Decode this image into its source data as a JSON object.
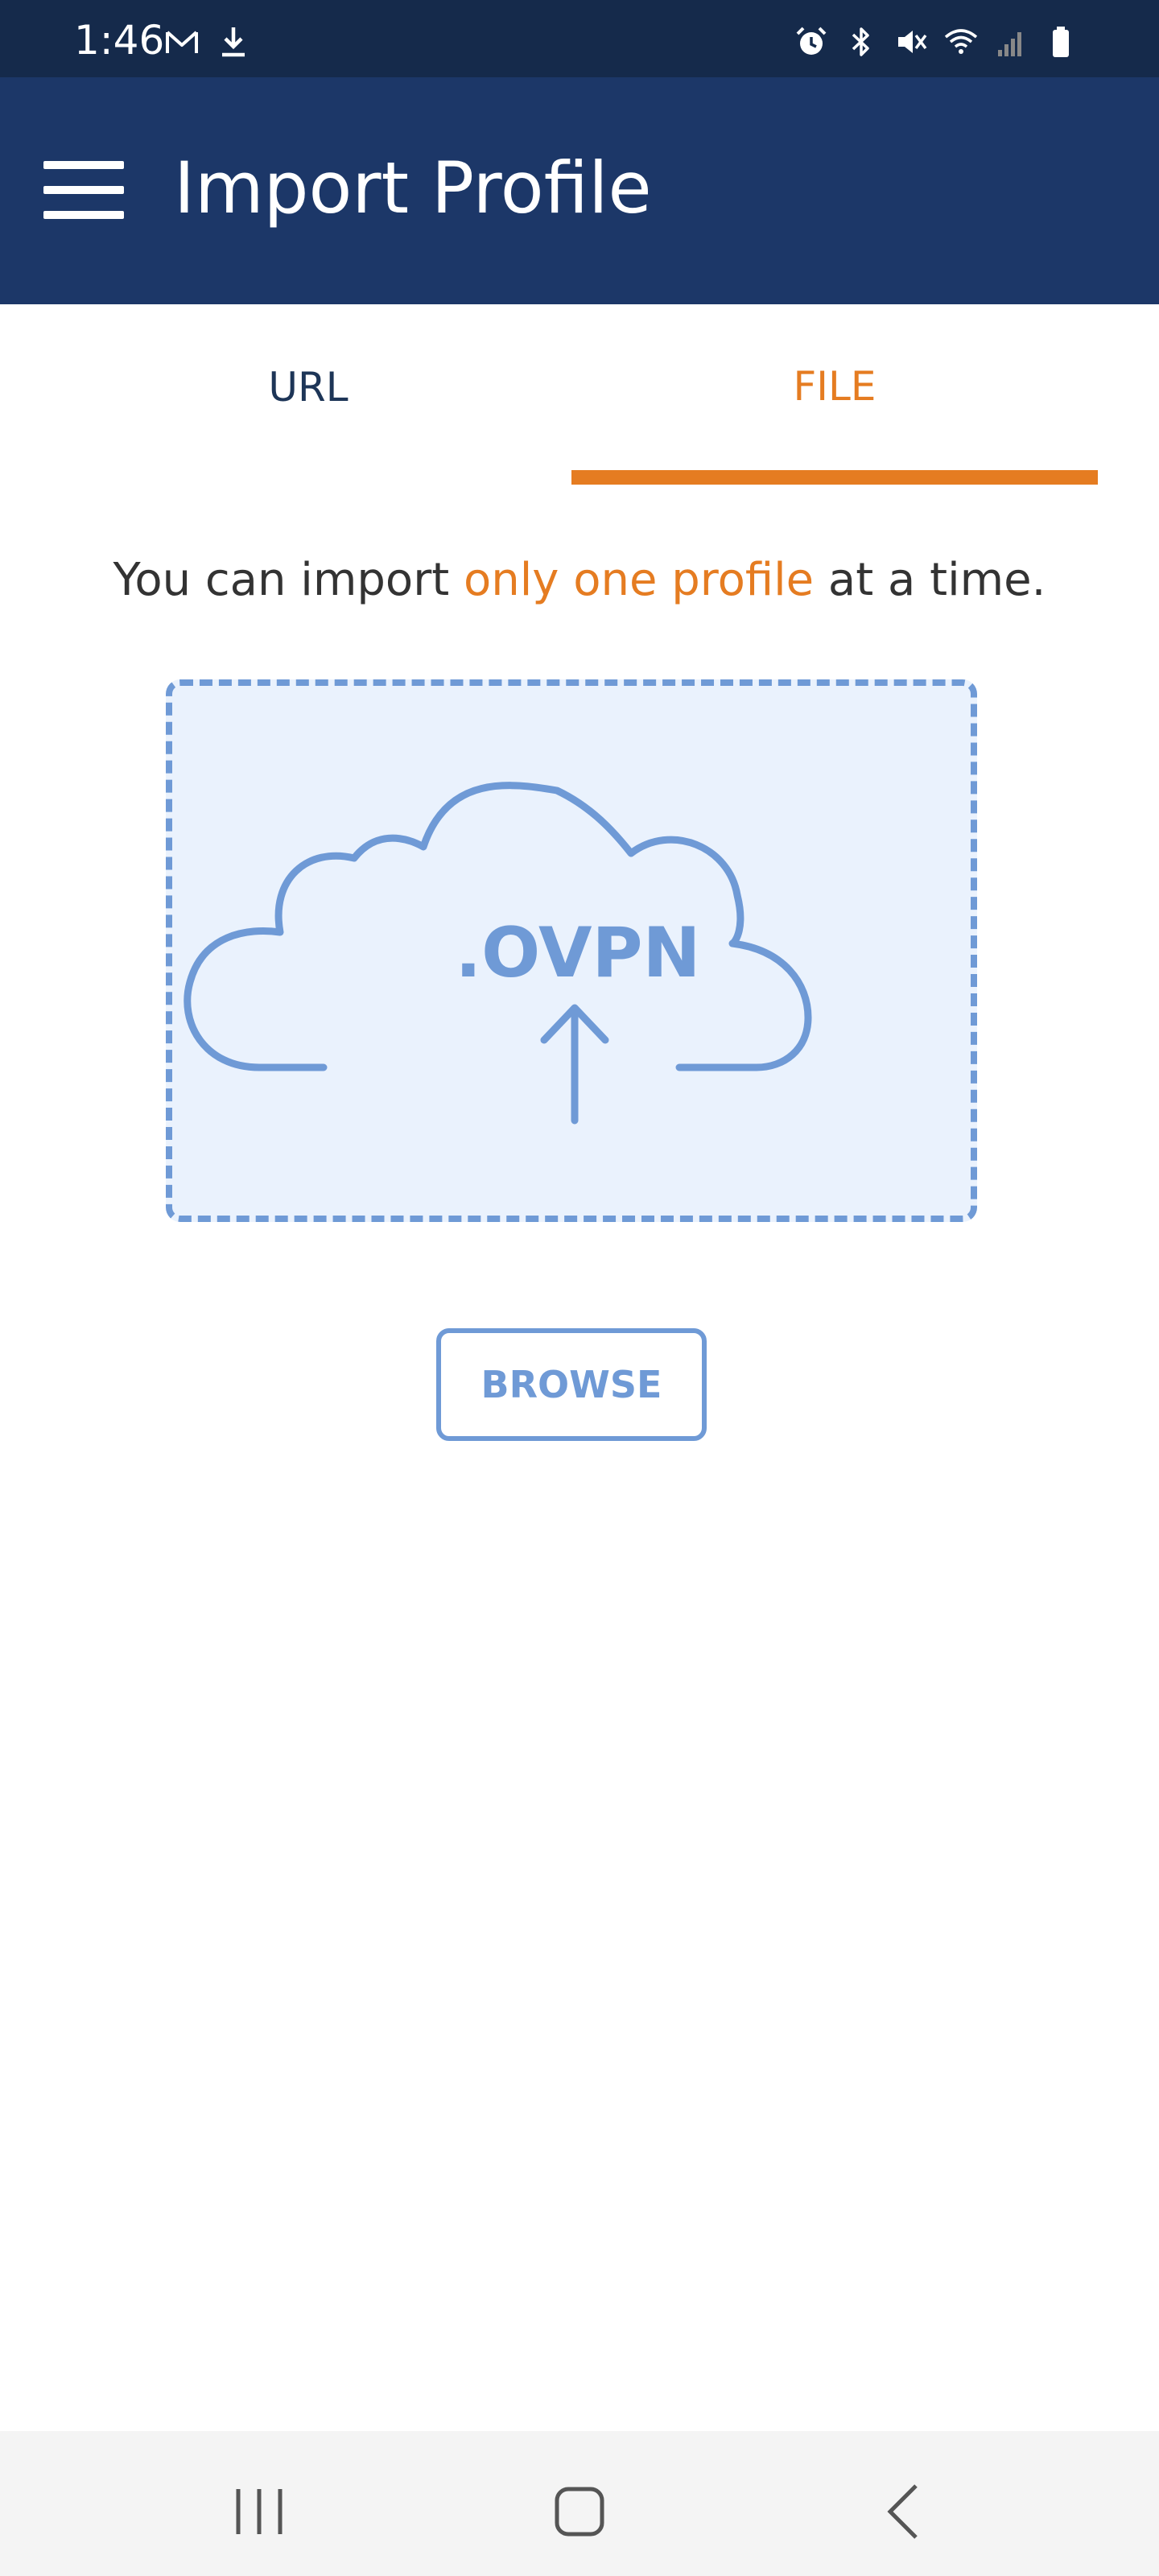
{
  "status_bar": {
    "time": "1:46",
    "left_icons": [
      "gmail-icon",
      "download-icon"
    ],
    "right_icons": [
      "alarm-icon",
      "bluetooth-icon",
      "mute-icon",
      "wifi-icon",
      "signal-icon",
      "battery-icon"
    ]
  },
  "app_bar": {
    "title": "Import Profile",
    "menu_icon": "hamburger-menu-icon"
  },
  "tabs": [
    {
      "label": "URL",
      "selected": false
    },
    {
      "label": "FILE",
      "selected": true
    }
  ],
  "info": {
    "prefix": "You can import ",
    "highlight": "only one profile",
    "suffix": " at a time."
  },
  "drop_zone": {
    "label": ".OVPN",
    "icon": "cloud-upload-icon"
  },
  "browse_button": {
    "label": "BROWSE"
  },
  "nav_bar": {
    "icons": [
      "recents-icon",
      "home-icon",
      "back-icon"
    ]
  },
  "colors": {
    "status_bar": "#152a4b",
    "app_bar": "#1c3768",
    "accent": "#e57c21",
    "tab_default": "#1d3557",
    "drop_zone_fill": "#eaf2fd",
    "drop_zone_border": "#6f9ad6"
  }
}
